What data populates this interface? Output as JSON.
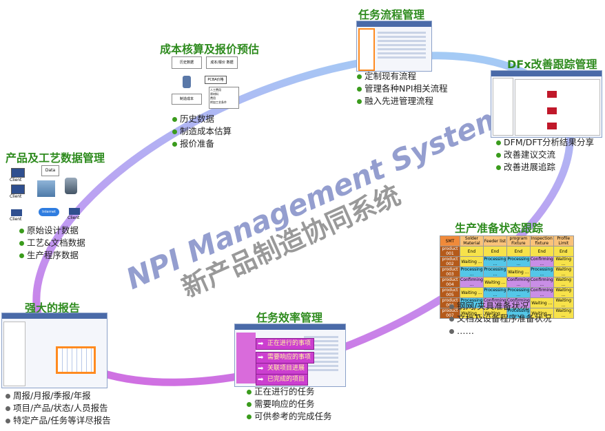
{
  "center": {
    "title_en": "NPI Management System",
    "title_cn": "新产品制造协同系统"
  },
  "sections": {
    "cost": {
      "title": "成本核算及报价预估",
      "items": [
        "历史数据",
        "制造成本估算",
        "报价准备"
      ]
    },
    "workflow": {
      "title": "任务流程管理",
      "items": [
        "定制现有流程",
        "管理各种NPI相关流程",
        "融入先进管理流程"
      ]
    },
    "dfx": {
      "title": "DFx改善跟踪管理",
      "items": [
        "DFM/DFT分析结果分享",
        "改善建议交流",
        "改善进展追踪"
      ]
    },
    "product": {
      "title": "产品及工艺数据管理",
      "items": [
        "原始设计数据",
        "工艺&文档数据",
        "生产程序数据"
      ]
    },
    "readiness": {
      "title": "生产准备状态跟踪",
      "items": [
        "钢网/夹具准备状况",
        "文档及设备程序准备状况",
        "……"
      ]
    },
    "efficiency": {
      "title": "任务效率管理",
      "items": [
        "正在进行的任务",
        "需要响应的任务",
        "可供参考的完成任务"
      ]
    },
    "reports": {
      "title": "强大的报告",
      "items": [
        "周报/月报/季报/年报",
        "项目/产品/状态/人员报告",
        "特定产品/任务等详尽报告"
      ]
    }
  },
  "efficiency_tags": [
    "正在进行的事项",
    "需要响应的事项",
    "关联项目进展",
    "已完成的项目"
  ],
  "network_labels": {
    "data": "Data",
    "client": "Client",
    "internet": "Internet"
  },
  "cost_diagram_labels": [
    "历史数据",
    "成本/报价 数据",
    "PCBA价格",
    "制造成本",
    "人工费用",
    "原材料",
    "费用",
    "附加工艺条件"
  ],
  "readiness_table": {
    "headers": [
      "SMT",
      "Solder Material",
      "Feeder list",
      "program Fixture",
      "Inspection fixture",
      "Profile Limit"
    ],
    "rows": [
      [
        "product 001",
        "End",
        "End",
        "End",
        "End",
        "End"
      ],
      [
        "product 002",
        "Waiting ...",
        "Processing ...",
        "Processing ...",
        "Confirming ...",
        "Waiting ..."
      ],
      [
        "product 003",
        "Processing ...",
        "Processing ...",
        "Waiting ...",
        "Processing ...",
        "Waiting ..."
      ],
      [
        "product 004",
        "Confirming ...",
        "Waiting ...",
        "Confirming ...",
        "Confirming ...",
        "Waiting ..."
      ],
      [
        "product 005",
        "Waiting ...",
        "Processing ...",
        "Processing ...",
        "Confirming ...",
        "Waiting ..."
      ],
      [
        "product 006",
        "Processing ...",
        "Confirming ...",
        "Confirming ...",
        "Waiting ...",
        "Waiting ..."
      ],
      [
        "product 007",
        "Waiting ...",
        "Waiting ...",
        "Processing ...",
        "Waiting ...",
        "Waiting ..."
      ]
    ]
  },
  "colors": {
    "title_green": "#2e8b1e",
    "ring_start": "#d24bd6",
    "ring_end": "#8fd8f5",
    "center_blue": "#3d4fa8"
  }
}
